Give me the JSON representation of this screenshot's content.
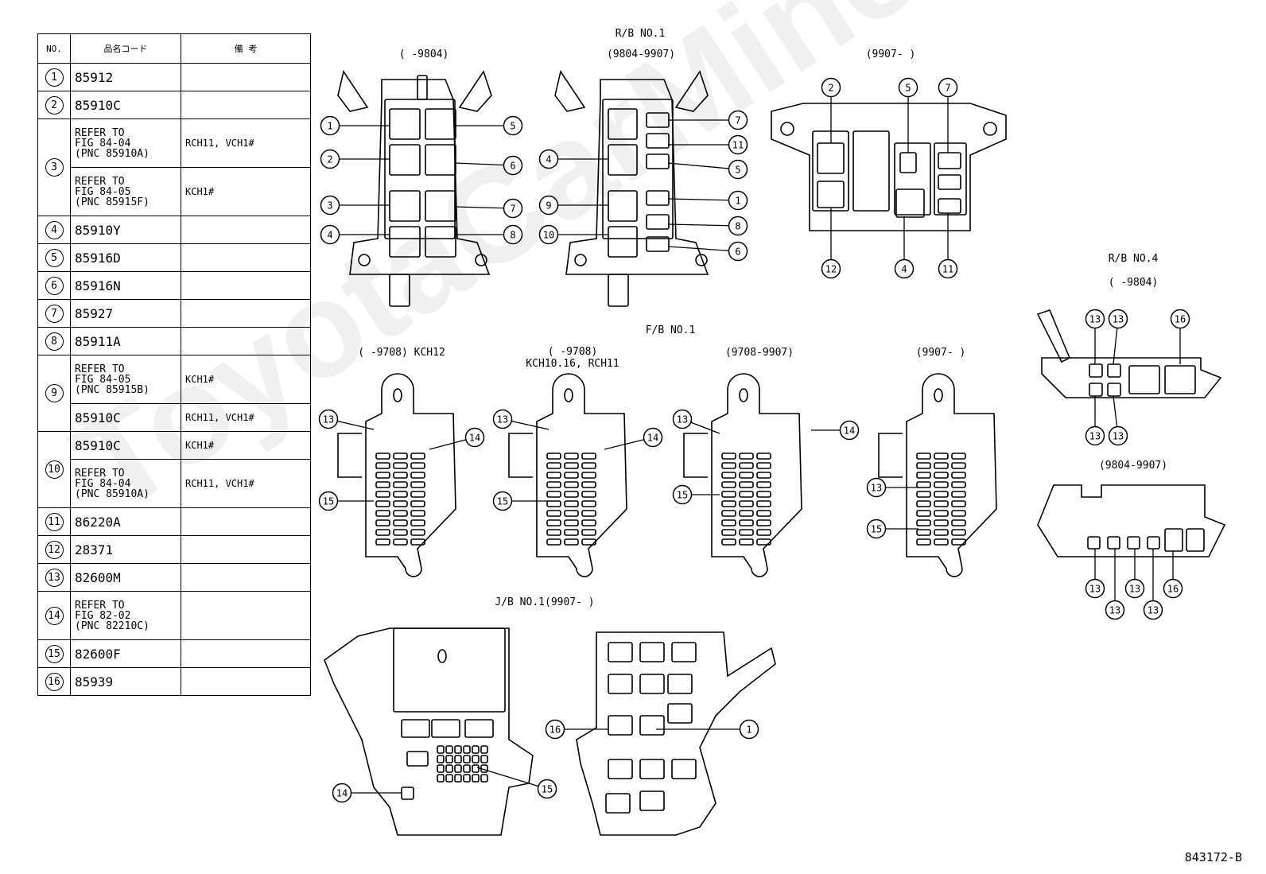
{
  "table": {
    "headers": [
      "NO.",
      "品名コード",
      "備 考"
    ],
    "rows": [
      {
        "no": "1",
        "code": "85912",
        "remark": ""
      },
      {
        "no": "2",
        "code": "85910C",
        "remark": ""
      },
      {
        "no": "3",
        "code": "REFER TO\nFIG 84-04\n(PNC 85910A)",
        "remark": "RCH11, VCH1#"
      },
      {
        "no": "",
        "code": "REFER TO\nFIG 84-05\n(PNC 85915F)",
        "remark": "KCH1#"
      },
      {
        "no": "4",
        "code": "85910Y",
        "remark": ""
      },
      {
        "no": "5",
        "code": "85916D",
        "remark": ""
      },
      {
        "no": "6",
        "code": "85916N",
        "remark": ""
      },
      {
        "no": "7",
        "code": "85927",
        "remark": ""
      },
      {
        "no": "8",
        "code": "85911A",
        "remark": ""
      },
      {
        "no": "9",
        "code": "REFER TO\nFIG 84-05\n(PNC 85915B)",
        "remark": "KCH1#"
      },
      {
        "no": "",
        "code": "85910C",
        "remark": "RCH11, VCH1#"
      },
      {
        "no": "10",
        "code": "85910C",
        "remark": "KCH1#"
      },
      {
        "no": "",
        "code": "REFER TO\nFIG 84-04\n(PNC 85910A)",
        "remark": "RCH11, VCH1#"
      },
      {
        "no": "11",
        "code": "86220A",
        "remark": ""
      },
      {
        "no": "12",
        "code": "28371",
        "remark": ""
      },
      {
        "no": "13",
        "code": "82600M",
        "remark": ""
      },
      {
        "no": "14",
        "code": "REFER TO\nFIG 82-02\n(PNC 82210C)",
        "remark": ""
      },
      {
        "no": "15",
        "code": "82600F",
        "remark": ""
      },
      {
        "no": "16",
        "code": "85939",
        "remark": ""
      }
    ]
  },
  "labels": {
    "rb1_title": "R/B NO.1",
    "rb1_v1": "(      -9804)",
    "rb1_v2": "(9804-9907)",
    "rb1_v3": "(9907-      )",
    "fb1_title": "F/B NO.1",
    "fb1_v1": "(      -9708) KCH12",
    "fb1_v2a": "(      -9708)",
    "fb1_v2b": "KCH10.16, RCH11",
    "fb1_v3": "(9708-9907)",
    "fb1_v4": "(9907-      )",
    "rb4_title": "R/B NO.4",
    "rb4_v1": "(      -9804)",
    "rb4_v2": "(9804-9907)",
    "jb1_title": "J/B NO.1(9907-      )",
    "fig_code": "843172-B",
    "watermark": "ToyotaCarMine.ru"
  }
}
